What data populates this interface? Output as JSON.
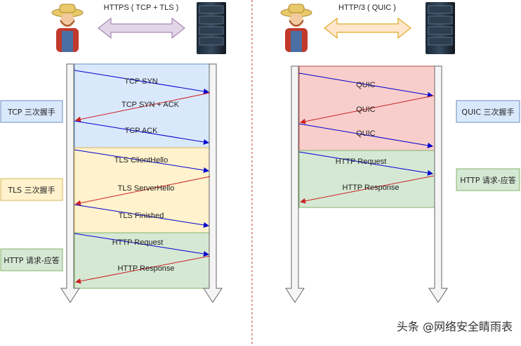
{
  "left": {
    "title": "HTTPS ( TCP + TLS )",
    "phases": [
      {
        "label": "TCP 三次握手",
        "color": "#dae8fc",
        "border": "#6c8ebf",
        "messages": [
          "TCP SYN",
          "TCP SYN + ACK",
          "TCP ACK"
        ]
      },
      {
        "label": "TLS 三次握手",
        "color": "#fff2cc",
        "border": "#d6b656",
        "messages": [
          "TLS ClientHello",
          "TLS ServerHello",
          "TLS Finished"
        ]
      },
      {
        "label": "HTTP 请求-应答",
        "color": "#d5e8d4",
        "border": "#82b366",
        "messages": [
          "HTTP Request",
          "HTTP Response"
        ]
      }
    ]
  },
  "right": {
    "title": "HTTP/3 ( QUIC )",
    "phases": [
      {
        "label": "QUIC 三次握手",
        "color": "#f8cecc",
        "border": "#b85450",
        "messages": [
          "QUIC",
          "QUIC",
          "QUIC"
        ]
      },
      {
        "label": "HTTP 请求-应答",
        "color": "#d5e8d4",
        "border": "#82b366",
        "messages": [
          "HTTP Request",
          "HTTP Response"
        ]
      }
    ]
  },
  "arrow_colors": {
    "request": "#0000cc",
    "response": "#cc2222"
  },
  "watermark": "头条 @网络安全睛雨表"
}
